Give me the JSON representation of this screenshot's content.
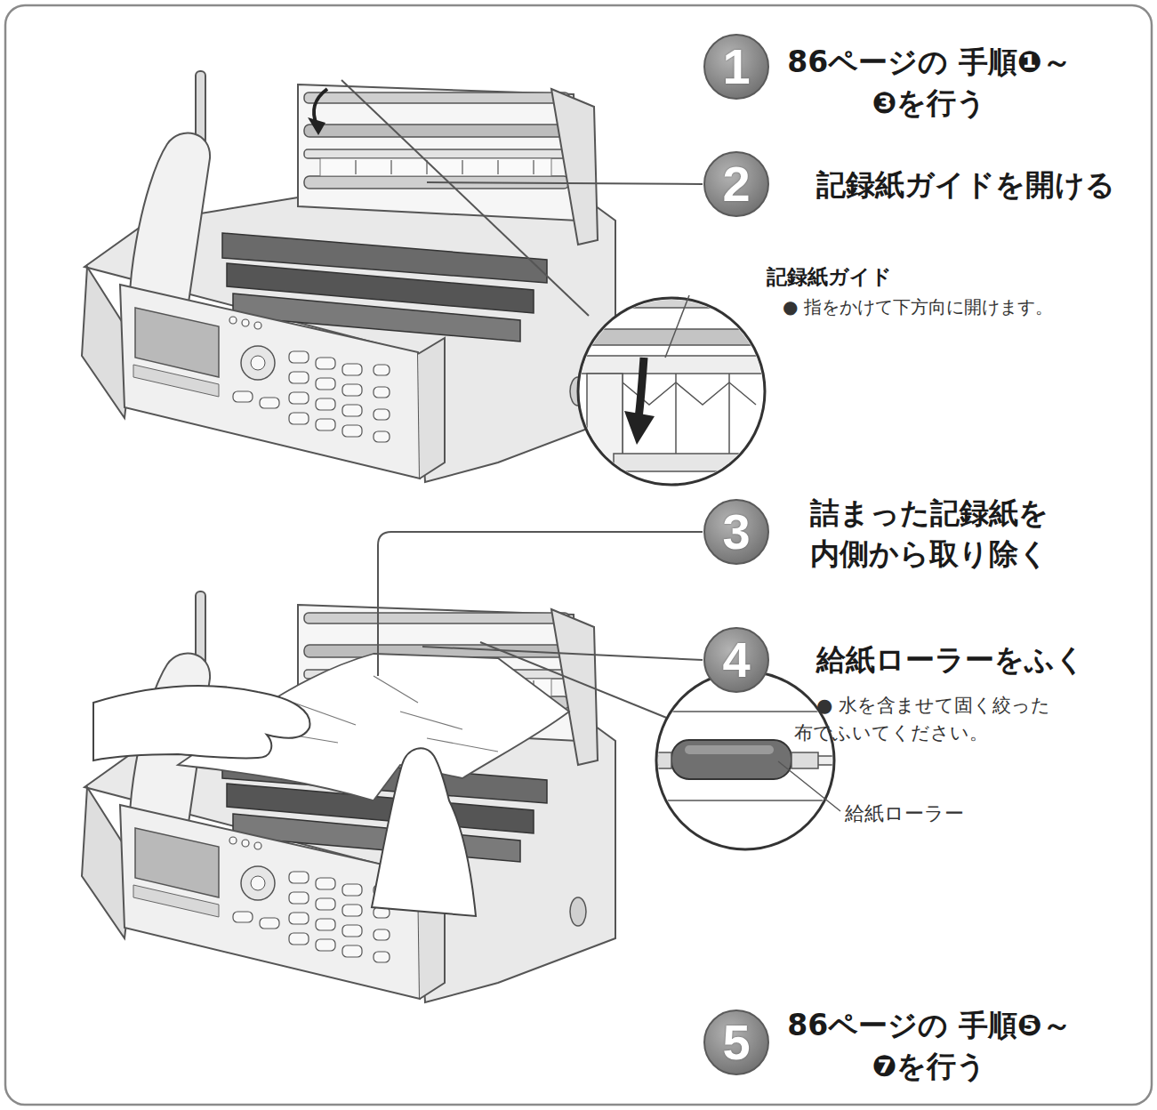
{
  "diagram": {
    "nodes": [
      {
        "text": [
          "1",
          "86ページの 手順❶～❸を行う"
        ]
      },
      {
        "text": [
          "2",
          "記録紙ガイドを開ける"
        ]
      },
      {
        "text": [
          "3",
          "詰まった記録紙を 内側から取り除く"
        ]
      },
      {
        "text": [
          "4",
          "給紙ローラーをふく",
          "● 水を含ませて固く絞った 布でふいてください。"
        ]
      },
      {
        "text": [
          "5",
          "86ページの 手順❺～❼を行う"
        ]
      }
    ],
    "labels": [
      "記録紙ガイド",
      "● 指をかけて下方向に開けます。",
      "給紙ローラー"
    ]
  }
}
